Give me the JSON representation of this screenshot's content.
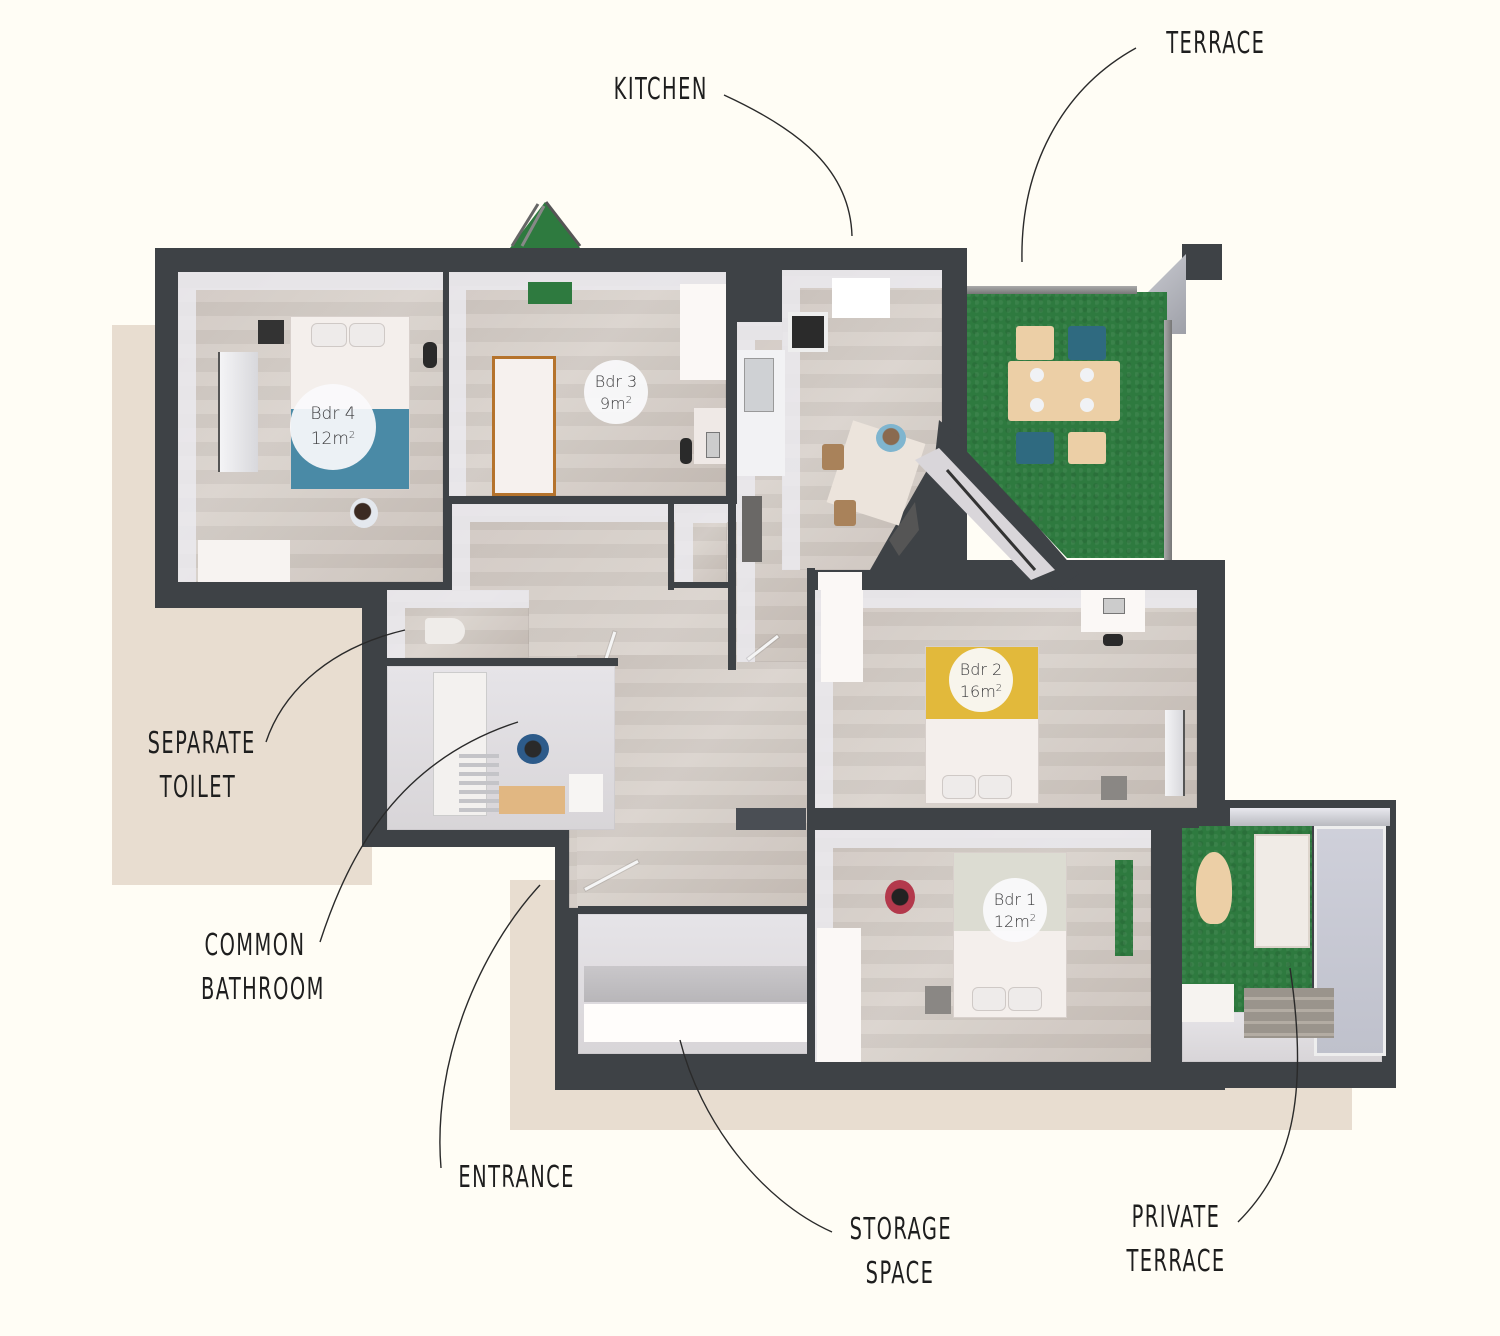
{
  "floorplan": {
    "rooms": [
      {
        "id": "bdr4",
        "name": "Bdr 4",
        "area": "12m",
        "unit_sup": "2",
        "bed_color": "#4a8aa6"
      },
      {
        "id": "bdr3",
        "name": "Bdr 3",
        "area": "9m",
        "unit_sup": "2"
      },
      {
        "id": "bdr2",
        "name": "Bdr 2",
        "area": "16m",
        "unit_sup": "2",
        "bed_color": "#e2b93b"
      },
      {
        "id": "bdr1",
        "name": "Bdr 1",
        "area": "12m",
        "unit_sup": "2",
        "bed_color": "#dcdcd2"
      }
    ],
    "labels": {
      "kitchen": "KITCHEN",
      "terrace": "TERRACE",
      "separate_toilet_line1": "SEPARATE",
      "separate_toilet_line2": "TOILET",
      "common_bathroom_line1": "COMMON",
      "common_bathroom_line2": "BATHROOM",
      "entrance": "ENTRANCE",
      "storage_space_line1": "STORAGE",
      "storage_space_line2": "SPACE",
      "private_terrace_line1": "PRIVATE",
      "private_terrace_line2": "TERRACE"
    },
    "colors": {
      "background": "#fffdf5",
      "wall": "#3e4246",
      "shadow": "#e8ddd0",
      "floor": "#d2c9c2",
      "grass": "#2e7a3f",
      "accent_blue": "#4a8aa6",
      "accent_yellow": "#e2b93b",
      "wood": "#e9c9a0",
      "chair_blue": "#2f6a80"
    }
  }
}
